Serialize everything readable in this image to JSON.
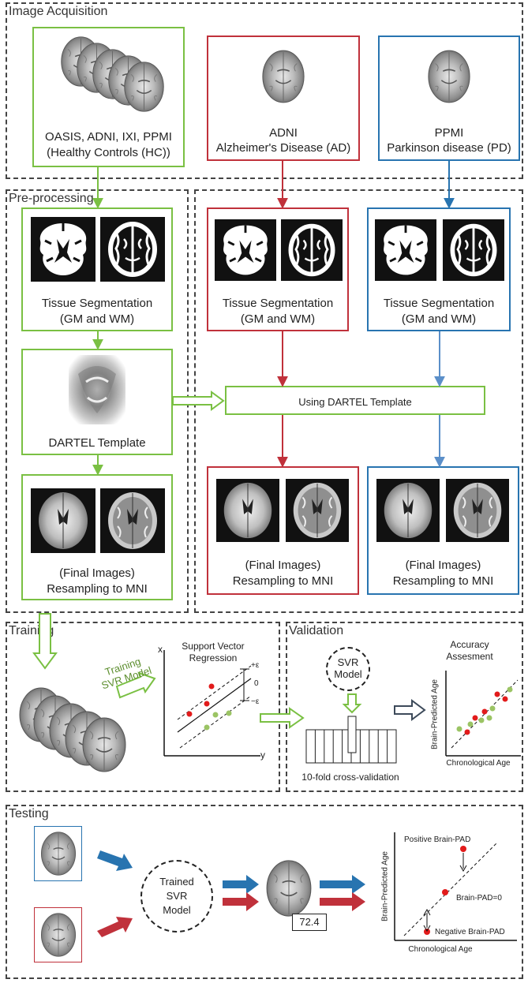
{
  "sections": {
    "acquisition": "Image Acquisition",
    "preprocessing": "Pre-processing",
    "training": "Training",
    "validation": "Validation",
    "testing": "Testing"
  },
  "acquisition": {
    "hc_line1": "OASIS, ADNI, IXI, PPMI",
    "hc_line2": "(Healthy Controls (HC))",
    "ad_line1": "ADNI",
    "ad_line2": "Alzheimer's Disease (AD)",
    "pd_line1": "PPMI",
    "pd_line2": "Parkinson disease (PD)"
  },
  "preprocessing": {
    "seg_line1": "Tissue Segmentation",
    "seg_line2": "(GM and WM)",
    "dartel": "DARTEL Template",
    "using_dartel": "Using DARTEL Template",
    "final_line1": "(Final Images)",
    "final_line2": "Resampling to MNI"
  },
  "training": {
    "arrow_label_1": "Training",
    "arrow_label_2": "SVR Model",
    "chart_title_1": "Support Vector",
    "chart_title_2": "Regression",
    "axis_x": "x",
    "axis_y": "y",
    "eps_plus": "+ε",
    "zero": "0",
    "eps_minus": "−ε"
  },
  "validation": {
    "svr_1": "SVR",
    "svr_2": "Model",
    "cv_label": "10-fold cross-validation",
    "acc_1": "Accuracy",
    "acc_2": "Assesment",
    "ylabel": "Brain-Predicted Age",
    "xlabel": "Chronological Age"
  },
  "testing": {
    "trained_1": "Trained",
    "trained_2": "SVR",
    "trained_3": "Model",
    "predicted_value": "72.4",
    "pos_label": "Positive Brain-PAD",
    "zero_label": "Brain-PAD=0",
    "neg_label": "Negative Brain-PAD",
    "ylabel": "Brain-Predicted Age",
    "xlabel": "Chronological Age"
  },
  "colors": {
    "hc": "#7ac043",
    "ad": "#c0313b",
    "pd": "#2874b0"
  }
}
